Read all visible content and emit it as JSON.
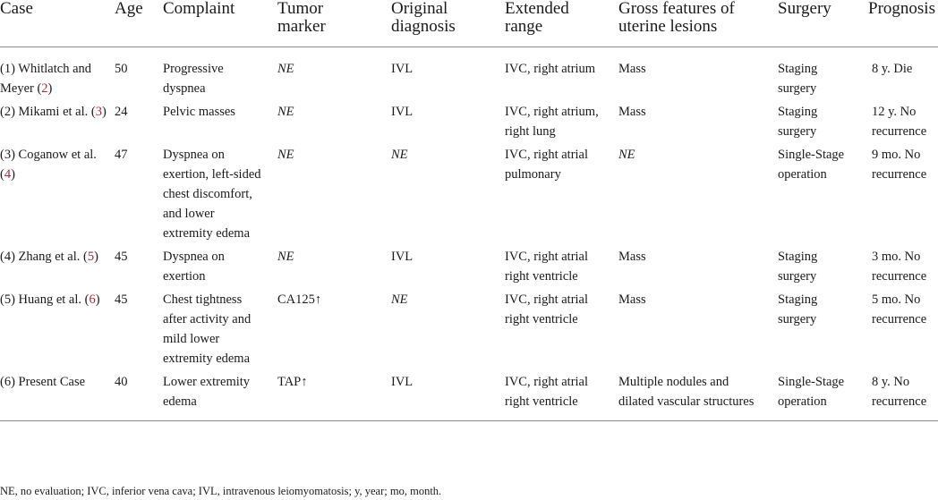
{
  "table": {
    "headers": [
      "Case",
      "Age",
      "Complaint",
      "Tumor\nmarker",
      "Original\ndiagnosis",
      "Extended\nrange",
      "Gross features of\nuterine lesions",
      "Surgery",
      "Prognosis"
    ],
    "rows": [
      {
        "case_pre": "(1) Whitlatch and Meyer (",
        "case_ref": "2",
        "case_post": ")",
        "age": "50",
        "complaint": "Progressive dyspnea",
        "marker": "NE",
        "diagnosis": "IVL",
        "range": "IVC, right atrium",
        "gross": "Mass",
        "surgery": "Staging surgery",
        "prognosis": "8 y. Die"
      },
      {
        "case_pre": "(2) Mikami et al. (",
        "case_ref": "3",
        "case_post": ")",
        "age": "24",
        "complaint": "Pelvic masses",
        "marker": "NE",
        "diagnosis": "IVL",
        "range": "IVC, right atrium, right lung",
        "gross": "Mass",
        "surgery": "Staging surgery",
        "prognosis": "12 y. No recurrence"
      },
      {
        "case_pre": "(3) Coganow et al. (",
        "case_ref": "4",
        "case_post": ")",
        "age": "47",
        "complaint": "Dyspnea on exertion, left-sided chest discomfort, and lower extremity edema",
        "marker": "NE",
        "diagnosis": "NE",
        "range": "IVC, right atrial pulmonary",
        "gross": "NE",
        "surgery": "Single-Stage operation",
        "prognosis": "9 mo. No recurrence"
      },
      {
        "case_pre": "(4) Zhang et al. (",
        "case_ref": "5",
        "case_post": ")",
        "age": "45",
        "complaint": "Dyspnea on exertion",
        "marker": "NE",
        "diagnosis": "IVL",
        "range": "IVC, right atrial right ventricle",
        "gross": "Mass",
        "surgery": "Staging surgery",
        "prognosis": "3 mo. No recurrence"
      },
      {
        "case_pre": "(5) Huang et al. (",
        "case_ref": "6",
        "case_post": ")",
        "age": "45",
        "complaint": "Chest tightness after activity and mild lower extremity edema",
        "marker": "CA125↑",
        "diagnosis": "NE",
        "range": "IVC, right atrial right ventricle",
        "gross": "Mass",
        "surgery": "Staging surgery",
        "prognosis": "5 mo. No recurrence"
      },
      {
        "case_pre": "(6) Present Case",
        "case_ref": "",
        "case_post": "",
        "age": "40",
        "complaint": "Lower extremity edema",
        "marker": "TAP↑",
        "diagnosis": "IVL",
        "range": "IVC, right atrial right ventricle",
        "gross": "Multiple nodules and dilated vascular structures",
        "surgery": "Single-Stage operation",
        "prognosis": "8 y. No recurrence"
      }
    ],
    "footnote": "NE, no evaluation; IVC, inferior vena cava; IVL, intravenous leiomyomatosis; y, year; mo, month."
  }
}
